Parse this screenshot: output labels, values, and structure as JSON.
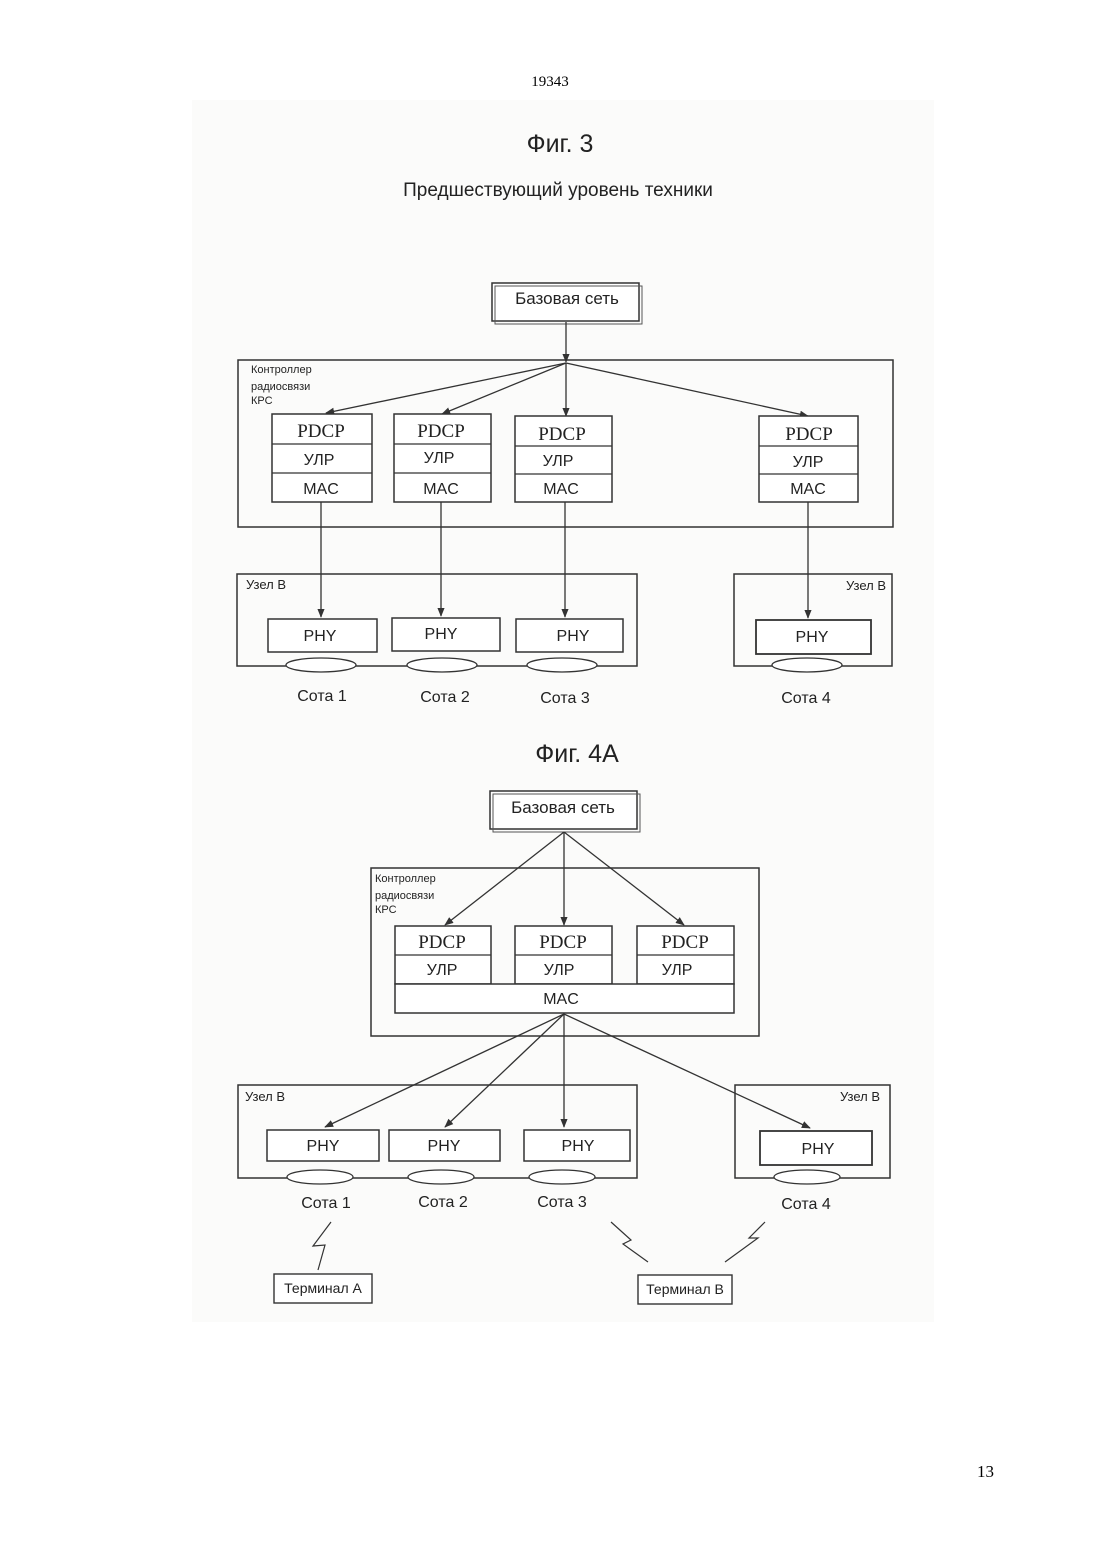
{
  "page": {
    "number_top": "19343",
    "number_bottom": "13"
  },
  "fig3": {
    "title": "Фиг. 3",
    "subtitle": "Предшествующий уровень техники",
    "core_network": "Базовая сеть",
    "rnc_label": [
      "Контроллер",
      "радиосвязи",
      "КРС"
    ],
    "stacks": [
      {
        "pdcp": "PDCP",
        "rlc": "УЛР",
        "mac": "MAC"
      },
      {
        "pdcp": "PDCP",
        "rlc": "УЛР",
        "mac": "MAC"
      },
      {
        "pdcp": "PDCP",
        "rlc": "УЛР",
        "mac": "MAC"
      },
      {
        "pdcp": "PDCP",
        "rlc": "УЛР",
        "mac": "MAC"
      }
    ],
    "node_b_label": "Узел В",
    "phy_label": "PHY",
    "cells": [
      "Сота 1",
      "Сота 2",
      "Сота 3",
      "Сота 4"
    ]
  },
  "fig4a": {
    "title": "Фиг. 4А",
    "core_network": "Базовая сеть",
    "rnc_label": [
      "Контроллер",
      "радиосвязи",
      "КРС"
    ],
    "stacks": [
      {
        "pdcp": "PDCP",
        "rlc": "УЛР"
      },
      {
        "pdcp": "PDCP",
        "rlc": "УЛР"
      },
      {
        "pdcp": "PDCP",
        "rlc": "УЛР"
      }
    ],
    "mac": "MAC",
    "node_b_label": "Узел В",
    "phy_label": "PHY",
    "cells": [
      "Сота 1",
      "Сота 2",
      "Сота 3",
      "Сота 4"
    ],
    "terminals": [
      "Терминал А",
      "Терминал В"
    ]
  }
}
